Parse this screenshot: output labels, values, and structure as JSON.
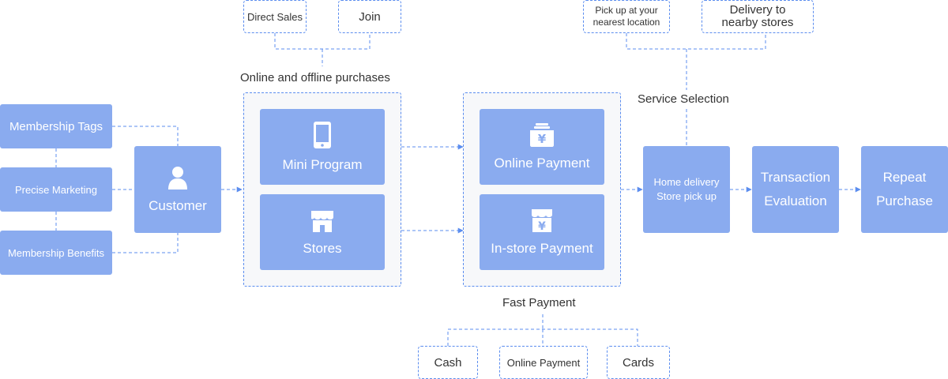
{
  "labels": {
    "online_offline": "Online and offline purchases",
    "service_selection": "Service Selection",
    "fast_payment": "Fast Payment"
  },
  "membership": {
    "tags": "Membership Tags",
    "precise": "Precise Marketing",
    "benefits": "Membership Benefits"
  },
  "customer": "Customer",
  "channels": {
    "direct_sales": "Direct Sales",
    "join": "Join",
    "mini_program": "Mini Program",
    "stores": "Stores"
  },
  "payment": {
    "online": "Online Payment",
    "instore": "In-store Payment",
    "methods": {
      "cash": "Cash",
      "online": "Online Payment",
      "cards": "Cards"
    }
  },
  "service": {
    "home_delivery": "Home delivery",
    "store_pickup": "Store pick up",
    "pickup_line1": "Pick up at your",
    "pickup_line2": "nearest location",
    "delivery_line1": "Delivery to",
    "delivery_line2": "nearby stores"
  },
  "transaction": {
    "line1": "Transaction",
    "line2": "Evaluation"
  },
  "repeat": {
    "line1": "Repeat",
    "line2": "Purchase"
  },
  "colors": {
    "box": "#8aabef",
    "line": "#5b8def",
    "group_bg": "#f7f8fa",
    "text": "#333333"
  },
  "icons": {
    "customer": "person-icon",
    "mini_program": "phone-icon",
    "stores": "storefront-icon",
    "online_payment": "cash-register-icon",
    "instore_payment": "store-yen-icon"
  }
}
